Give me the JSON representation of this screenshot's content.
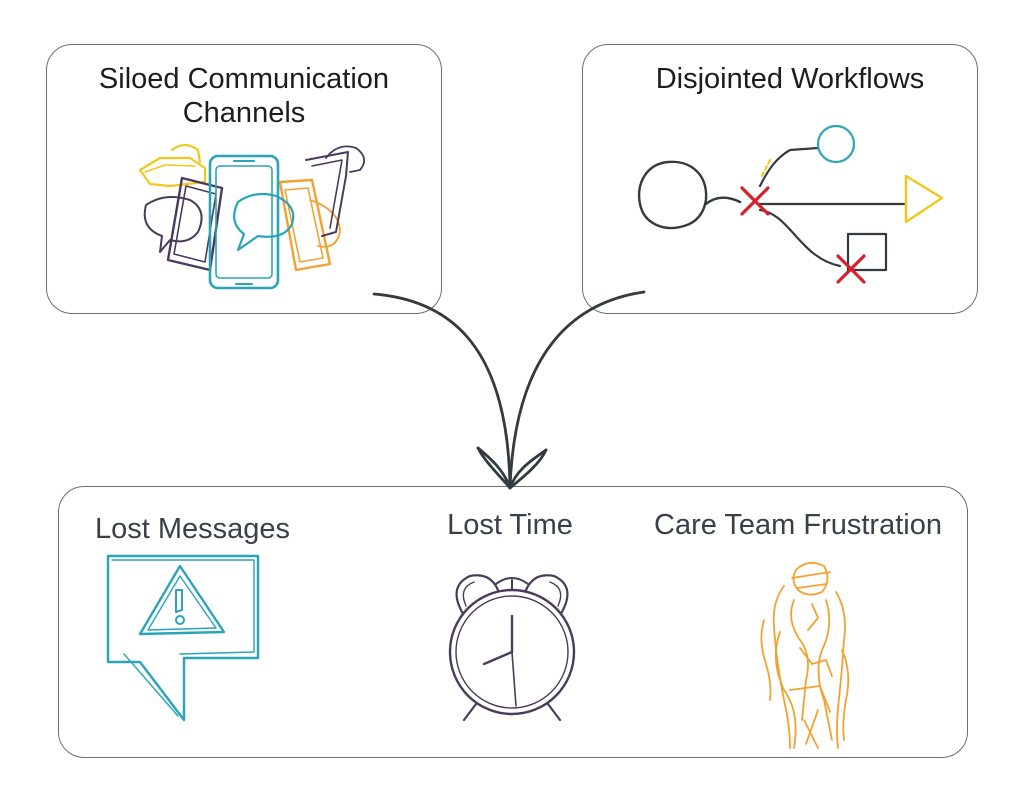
{
  "top_left_box": {
    "title_line1": "Siloed Communication",
    "title_line2": "Channels",
    "icon": "phones-chat-bubbles-icon"
  },
  "top_right_box": {
    "title": "Disjointed Workflows",
    "icon": "broken-flow-icon"
  },
  "bottom_box": {
    "items": [
      {
        "title": "Lost Messages",
        "icon": "warning-message-icon"
      },
      {
        "title": "Lost Time",
        "icon": "alarm-clock-icon"
      },
      {
        "title": "Care Team Frustration",
        "icon": "frustrated-person-icon"
      }
    ]
  },
  "colors": {
    "teal": "#2aa4b8",
    "purple": "#4a3a5c",
    "yellow": "#f2c71a",
    "orange": "#f2a230",
    "red": "#d8202a",
    "dark": "#333a40"
  }
}
